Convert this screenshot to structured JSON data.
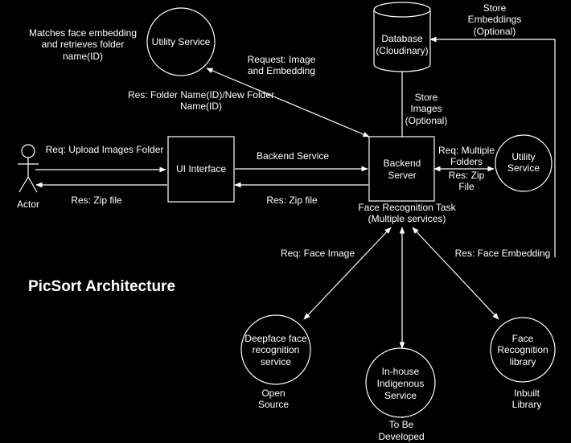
{
  "title": "PicSort Architecture",
  "colors": {
    "background": "#000000",
    "foreground": "#ffffff"
  },
  "nodes": {
    "actor": "Actor",
    "ui_interface": "UI Interface",
    "backend_server": [
      "Backend",
      "Server"
    ],
    "database": [
      "Database",
      "(Cloudinary)"
    ],
    "utility_service_top": "Utility Service",
    "utility_service_right": [
      "Utility",
      "Service"
    ],
    "deepface": [
      "Deepface face",
      "recognition",
      "service"
    ],
    "inhouse": [
      "In-house",
      "Indigenous",
      "Service"
    ],
    "face_lib": [
      "Face",
      "Recognition",
      "library"
    ]
  },
  "edge_labels": {
    "req_upload": "Req: Upload Images Folder",
    "res_zip_actor": "Res: Zip file",
    "backend_service": "Backend Service",
    "res_zip_ui": "Res: Zip file",
    "req_image_embedding": [
      "Request: Image",
      "and Embedding"
    ],
    "res_folder_name": [
      "Res: Folder Name(ID)/New Folder",
      "Name(ID)"
    ],
    "store_images": [
      "Store",
      "Images",
      "(Optional)"
    ],
    "store_embeddings": [
      "Store",
      "Embeddings",
      "(Optional)"
    ],
    "req_multiple_folders": [
      "Req: Multiple",
      "Folders"
    ],
    "res_zip_file": [
      "Res: Zip",
      "File"
    ],
    "req_face_image": "Req: Face Image",
    "res_face_embedding": "Res: Face Embedding"
  },
  "annotations": {
    "matches": [
      "Matches face embedding",
      "and retrieves  folder",
      "name(ID)"
    ],
    "face_task": [
      "Face Recognition Task",
      "(Multiple services)"
    ],
    "open_source": [
      "Open",
      "Source"
    ],
    "to_be_developed": [
      "To Be",
      "Developed"
    ],
    "inbuilt": [
      "Inbuilt",
      "Library"
    ]
  }
}
